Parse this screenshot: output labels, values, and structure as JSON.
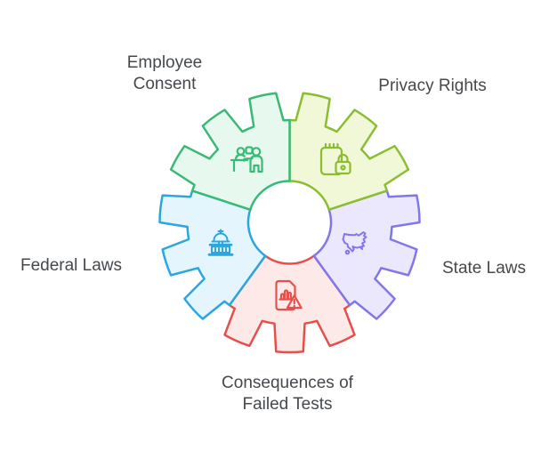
{
  "diagram": {
    "type": "gear-cycle",
    "background_color": "#ffffff",
    "text_color": "#45494d",
    "center": "empty-white-circle",
    "segments": [
      {
        "id": "privacy-rights",
        "label": "Privacy Rights",
        "stroke": "#8cbd30",
        "fill": "#f0f8d8",
        "icon": "notepad-lock-icon",
        "position": "top-right"
      },
      {
        "id": "state-laws",
        "label": "State Laws",
        "stroke": "#8276ec",
        "fill": "#ebe8fd",
        "icon": "usa-map-icon",
        "position": "right"
      },
      {
        "id": "consequences-of-failed-tests",
        "label": "Consequences of Failed Tests",
        "stroke": "#e4504b",
        "fill": "#fdeae8",
        "icon": "document-warning-icon",
        "position": "bottom"
      },
      {
        "id": "federal-laws",
        "label": "Federal Laws",
        "stroke": "#2ba6e0",
        "fill": "#e4f5fd",
        "icon": "capitol-icon",
        "position": "left"
      },
      {
        "id": "employee-consent",
        "label": "Employee Consent",
        "stroke": "#38ba76",
        "fill": "#e7f9ef",
        "icon": "people-desk-icon",
        "position": "top-left"
      }
    ]
  }
}
